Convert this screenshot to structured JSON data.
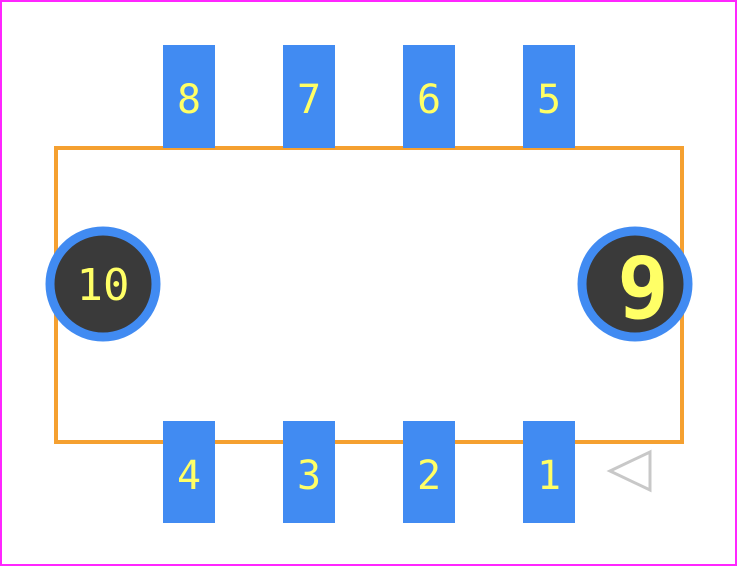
{
  "colors": {
    "board_outline": "#ff26ff",
    "body_outline": "#f5a030",
    "pad_fill": "#418bf2",
    "hole_fill": "#3a3a3a",
    "hole_ring": "#418bf2",
    "label_color": "#ffff66",
    "marker_color": "#c8c8c8"
  },
  "pins_top": [
    {
      "label": "8"
    },
    {
      "label": "7"
    },
    {
      "label": "6"
    },
    {
      "label": "5"
    }
  ],
  "pins_bottom": [
    {
      "label": "4"
    },
    {
      "label": "3"
    },
    {
      "label": "2"
    },
    {
      "label": "1"
    }
  ],
  "holes": {
    "left": {
      "label": "10"
    },
    "right": {
      "label": "9"
    }
  },
  "pin1_marker": {
    "icon": "triangle-left-icon"
  }
}
